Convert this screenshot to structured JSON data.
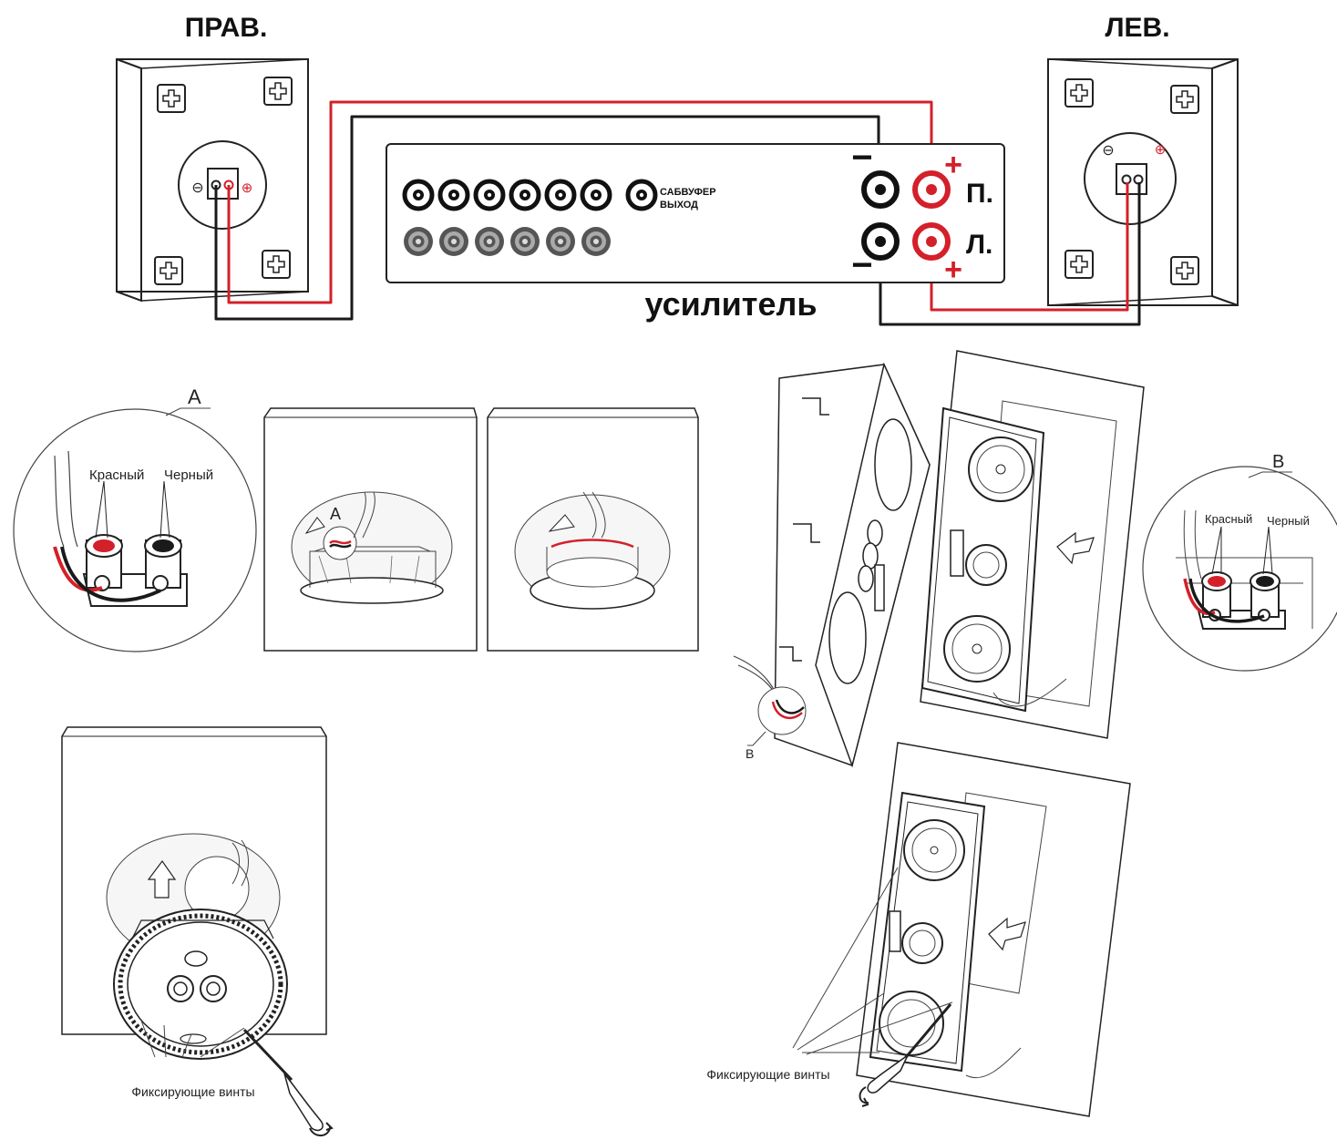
{
  "wiring": {
    "right_speaker_label": "ПРАВ.",
    "left_speaker_label": "ЛЕВ.",
    "amplifier_label": "усилитель",
    "subwoofer_output_line1": "САБВУФЕР",
    "subwoofer_output_line2": "ВЫХОД",
    "channel_right": "П.",
    "channel_left": "Л.",
    "plus_sign": "+",
    "minus_sign": "−",
    "polarity_plus_symbol": "⊕",
    "polarity_minus_symbol": "⊖"
  },
  "ceiling_install": {
    "detail_callout": "A",
    "terminal_red_label": "Красный",
    "terminal_black_label": "Черный",
    "screws_label": "Фиксирующие винты"
  },
  "wall_install": {
    "detail_callout": "B",
    "terminal_red_label": "Красный",
    "terminal_black_label": "Черный",
    "screws_label": "Фиксирующие винты"
  },
  "colors": {
    "positive_wire": "#d3202a",
    "negative_wire": "#1a1a1a",
    "line_art": "#222222",
    "jack_gray": "#9a9a9a"
  },
  "icons": [
    "screw-cross-icon",
    "rca-jack-icon",
    "binding-post-icon",
    "arrow-icon",
    "screwdriver-icon"
  ]
}
